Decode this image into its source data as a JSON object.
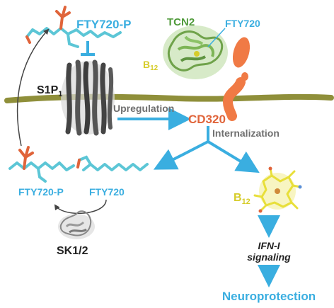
{
  "labels": {
    "fty720_p_top": "FTY720-P",
    "tcn2": "TCN2",
    "fty720_top": "FTY720",
    "b12_complex_base": "B",
    "b12_complex_sub": "12",
    "s1p1_base": "S1P",
    "s1p1_sub": "1",
    "upregulation": "Upregulation",
    "cd320": "CD320",
    "internalization": "Internalization",
    "fty720_p_bottom": "FTY720-P",
    "fty720_bottom": "FTY720",
    "b12_free_base": "B",
    "b12_free_sub": "12",
    "sk12": "SK1/2",
    "ifn_line1": "IFN-I",
    "ifn_line2": "signaling",
    "neuroprotection": "Neuroprotection"
  },
  "colors": {
    "membrane": "#8f8f3a",
    "arrow_blue": "#3aaee0",
    "fty720_stick": "#5cc6d6",
    "phosphate": "#e0643a",
    "receptor": "#444444",
    "tcn2_protein": "#8fbf6a",
    "cd320": "#f07a45",
    "b12_molecule": "#e8df3a",
    "sk_protein": "#9a9a9a"
  },
  "icons": [
    "s1p1-receptor-icon",
    "tcn2-protein-icon",
    "cd320-receptor-icon",
    "b12-molecule-icon",
    "sk-kinase-icon",
    "fty720-molecule-icon",
    "fty720-p-molecule-icon"
  ]
}
